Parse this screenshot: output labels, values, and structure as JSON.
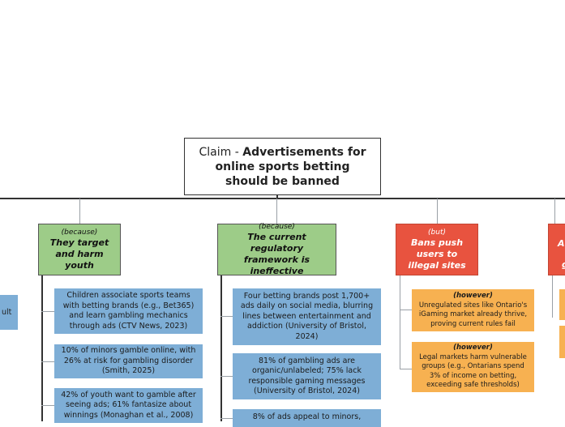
{
  "claim": {
    "prefix": "Claim - ",
    "title": "Advertisements for online sports betting should be banned"
  },
  "reasons": [
    {
      "connector": "(because)",
      "label": "They target and harm youth",
      "evidence": [
        "Children associate sports teams with betting brands (e.g., Bet365) and learn gambling mechanics through ads (CTV News, 2023)",
        "10% of minors gamble online, with 26% at risk for gambling disorder (Smith, 2025)",
        "42% of youth want to gamble after seeing ads; 61% fantasize about winnings (Monaghan et al., 2008)"
      ]
    },
    {
      "connector": "(because)",
      "label": "The current regulatory framework is ineffective",
      "evidence": [
        "Four betting brands post 1,700+ ads daily on social media, blurring lines between entertainment and addiction (University of Bristol, 2024)",
        "81% of gambling ads are organic/unlabeled; 75% lack responsible gaming messages (University of Bristol, 2024)",
        "8% of ads appeal to minors,"
      ]
    },
    {
      "connector": "(but)",
      "label": "Bans push users to illegal sites",
      "rebuttals": [
        {
          "connector": "(however)",
          "text": "Unregulated sites like Ontario's iGaming market already thrive, proving current rules fail"
        },
        {
          "connector": "(however)",
          "text": "Legal markets harm vulnerable groups (e.g., Ontarians spend 3% of income on betting, exceeding safe thresholds)"
        }
      ]
    }
  ],
  "partial_left": "ult",
  "partial_right_lines": [
    "A",
    "g"
  ]
}
